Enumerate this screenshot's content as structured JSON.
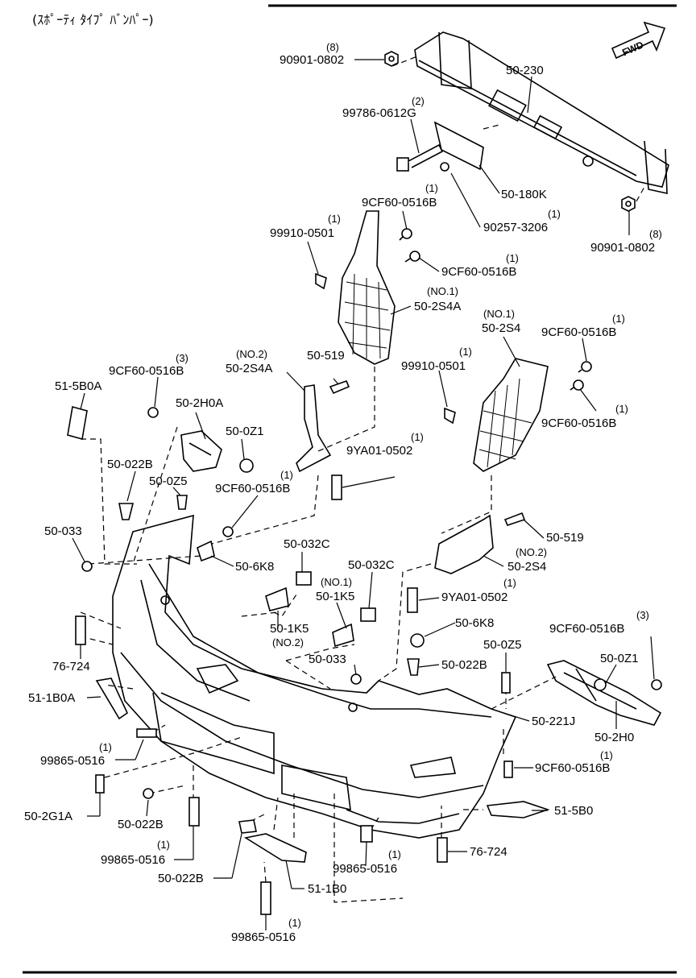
{
  "title": "(ｽﾎﾟｰﾃｨ ﾀｲﾌﾟ ﾊﾞﾝﾊﾟｰ)",
  "fwd_label": "FWD",
  "callouts": [
    {
      "id": "c1",
      "part": "90901-0802",
      "qty": "(8)"
    },
    {
      "id": "c2",
      "part": "50-230",
      "qty": ""
    },
    {
      "id": "c3",
      "part": "99786-0612G",
      "qty": "(2)"
    },
    {
      "id": "c4",
      "part": "50-180K",
      "qty": ""
    },
    {
      "id": "c5",
      "part": "9CF60-0516B",
      "qty": "(1)"
    },
    {
      "id": "c6",
      "part": "90257-3206",
      "qty": "(1)"
    },
    {
      "id": "c7",
      "part": "99910-0501",
      "qty": "(1)"
    },
    {
      "id": "c8",
      "part": "90901-0802",
      "qty": "(8)"
    },
    {
      "id": "c9",
      "part": "9CF60-0516B",
      "qty": "(1)"
    },
    {
      "id": "c10",
      "part": "50-2S4A",
      "qty": "(NO.1)"
    },
    {
      "id": "c11",
      "part": "50-2S4",
      "qty": "(NO.1)"
    },
    {
      "id": "c12",
      "part": "9CF60-0516B",
      "qty": "(1)"
    },
    {
      "id": "c13",
      "part": "9CF60-0516B",
      "qty": "(3)"
    },
    {
      "id": "c14",
      "part": "50-2S4A",
      "qty": "(NO.2)"
    },
    {
      "id": "c15",
      "part": "50-519",
      "qty": ""
    },
    {
      "id": "c16",
      "part": "99910-0501",
      "qty": "(1)"
    },
    {
      "id": "c17",
      "part": "51-5B0A",
      "qty": ""
    },
    {
      "id": "c18",
      "part": "50-2H0A",
      "qty": ""
    },
    {
      "id": "c19",
      "part": "9CF60-0516B",
      "qty": "(1)"
    },
    {
      "id": "c20",
      "part": "50-0Z1",
      "qty": ""
    },
    {
      "id": "c21",
      "part": "9YA01-0502",
      "qty": "(1)"
    },
    {
      "id": "c22",
      "part": "50-022B",
      "qty": ""
    },
    {
      "id": "c23",
      "part": "50-0Z5",
      "qty": ""
    },
    {
      "id": "c24",
      "part": "9CF60-0516B",
      "qty": "(1)"
    },
    {
      "id": "c25",
      "part": "50-033",
      "qty": ""
    },
    {
      "id": "c26",
      "part": "50-519",
      "qty": ""
    },
    {
      "id": "c27",
      "part": "50-6K8",
      "qty": ""
    },
    {
      "id": "c28",
      "part": "50-032C",
      "qty": ""
    },
    {
      "id": "c29",
      "part": "50-032C",
      "qty": ""
    },
    {
      "id": "c30",
      "part": "50-2S4",
      "qty": "(NO.2)"
    },
    {
      "id": "c31",
      "part": "50-1K5",
      "qty": "(NO.1)"
    },
    {
      "id": "c32",
      "part": "9YA01-0502",
      "qty": "(1)"
    },
    {
      "id": "c33",
      "part": "76-724",
      "qty": ""
    },
    {
      "id": "c34",
      "part": "50-1K5",
      "qty": "(NO.2)"
    },
    {
      "id": "c35",
      "part": "50-6K8",
      "qty": ""
    },
    {
      "id": "c36",
      "part": "9CF60-0516B",
      "qty": "(3)"
    },
    {
      "id": "c37",
      "part": "50-033",
      "qty": ""
    },
    {
      "id": "c38",
      "part": "50-022B",
      "qty": ""
    },
    {
      "id": "c39",
      "part": "50-0Z5",
      "qty": ""
    },
    {
      "id": "c40",
      "part": "50-0Z1",
      "qty": ""
    },
    {
      "id": "c41",
      "part": "51-1B0A",
      "qty": ""
    },
    {
      "id": "c42",
      "part": "50-221J",
      "qty": ""
    },
    {
      "id": "c43",
      "part": "50-2H0",
      "qty": ""
    },
    {
      "id": "c44",
      "part": "99865-0516",
      "qty": "(1)"
    },
    {
      "id": "c45",
      "part": "9CF60-0516B",
      "qty": "(1)"
    },
    {
      "id": "c46",
      "part": "50-2G1A",
      "qty": ""
    },
    {
      "id": "c47",
      "part": "51-5B0",
      "qty": ""
    },
    {
      "id": "c48",
      "part": "50-022B",
      "qty": ""
    },
    {
      "id": "c49",
      "part": "76-724",
      "qty": ""
    },
    {
      "id": "c50",
      "part": "99865-0516",
      "qty": "(1)"
    },
    {
      "id": "c51",
      "part": "99865-0516",
      "qty": "(1)"
    },
    {
      "id": "c52",
      "part": "50-022B",
      "qty": ""
    },
    {
      "id": "c53",
      "part": "51-1B0",
      "qty": ""
    },
    {
      "id": "c54",
      "part": "99865-0516",
      "qty": "(1)"
    }
  ]
}
